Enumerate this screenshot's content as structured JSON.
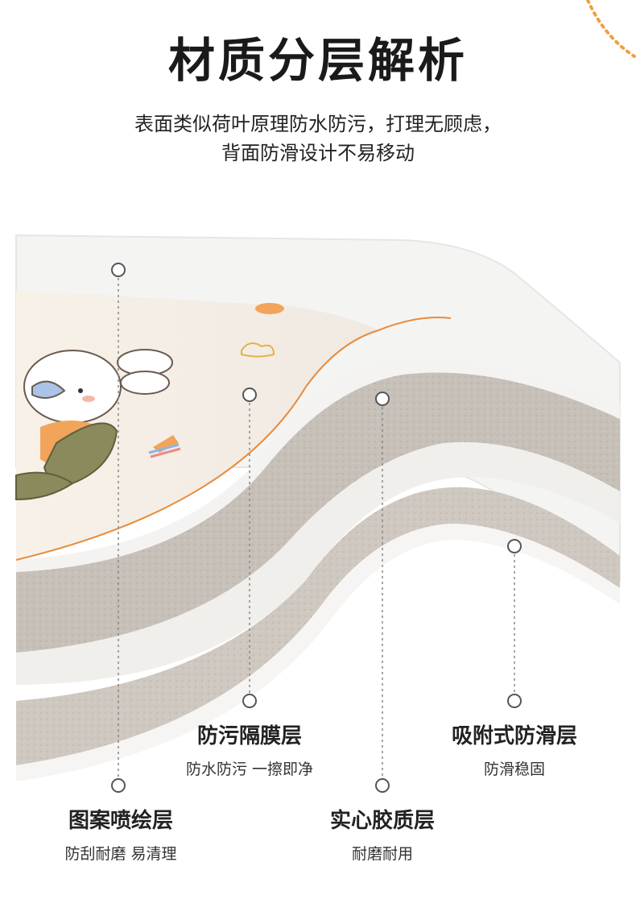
{
  "title": "材质分层解析",
  "subtitle_line1": "表面类似荷叶原理防水防污，打理无顾虑，",
  "subtitle_line2": "背面防滑设计不易移动",
  "layers": [
    {
      "name": "图案喷绘层",
      "desc": "防刮耐磨 易清理"
    },
    {
      "name": "防污隔膜层",
      "desc": "防水防污 一擦即净"
    },
    {
      "name": "实心胶质层",
      "desc": "耐磨耐用"
    },
    {
      "name": "吸附式防滑层",
      "desc": "防滑稳固"
    }
  ],
  "colors": {
    "accent_orange": "#f0a040",
    "mat_surface": "#f6efe6",
    "foam_layer": "#c9c2bb",
    "white_layer": "#f3f1ee"
  }
}
